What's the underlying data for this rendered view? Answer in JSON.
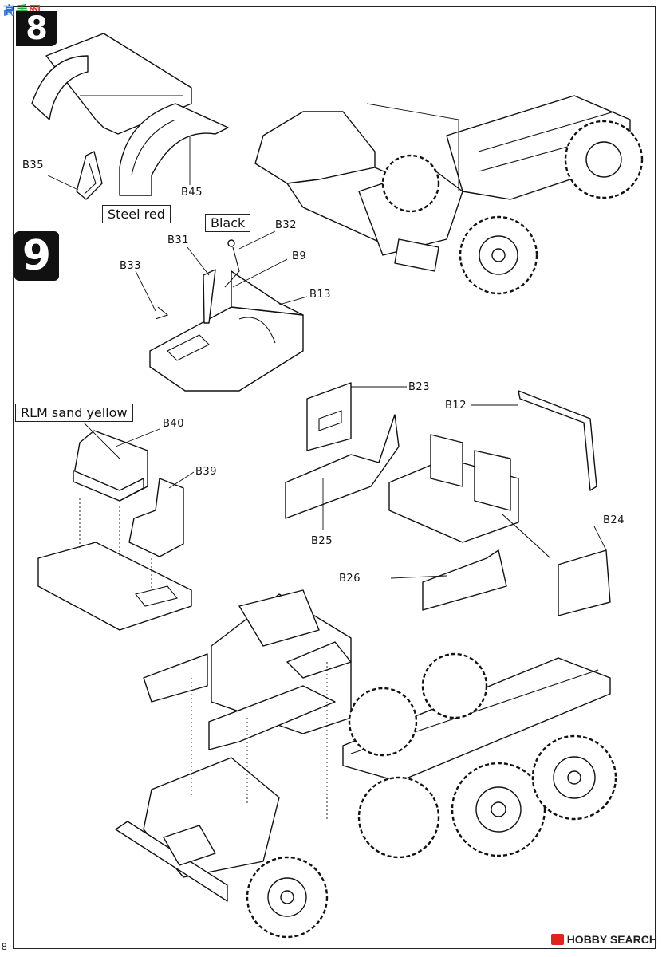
{
  "header": {
    "logo_text_blue": "高",
    "logo_text_green": "手",
    "logo_text_red": "网"
  },
  "steps": {
    "step8": "8",
    "step9": "9"
  },
  "color_callouts": {
    "steel_red": "Steel red",
    "black": "Black",
    "rlm_sand_yellow": "RLM sand yellow"
  },
  "part_labels": {
    "b35": "B35",
    "b45": "B45",
    "b31": "B31",
    "b32": "B32",
    "b33": "B33",
    "b9": "B9",
    "b13": "B13",
    "b23": "B23",
    "b12": "B12",
    "b40": "B40",
    "b39": "B39",
    "b25": "B25",
    "b24": "B24",
    "b26": "B26"
  },
  "footer": {
    "page_number": "8",
    "watermark": "HOBBY SEARCH"
  },
  "colors": {
    "ink": "#111111",
    "paper": "#ffffff",
    "watermark_red": "#e2231a"
  }
}
